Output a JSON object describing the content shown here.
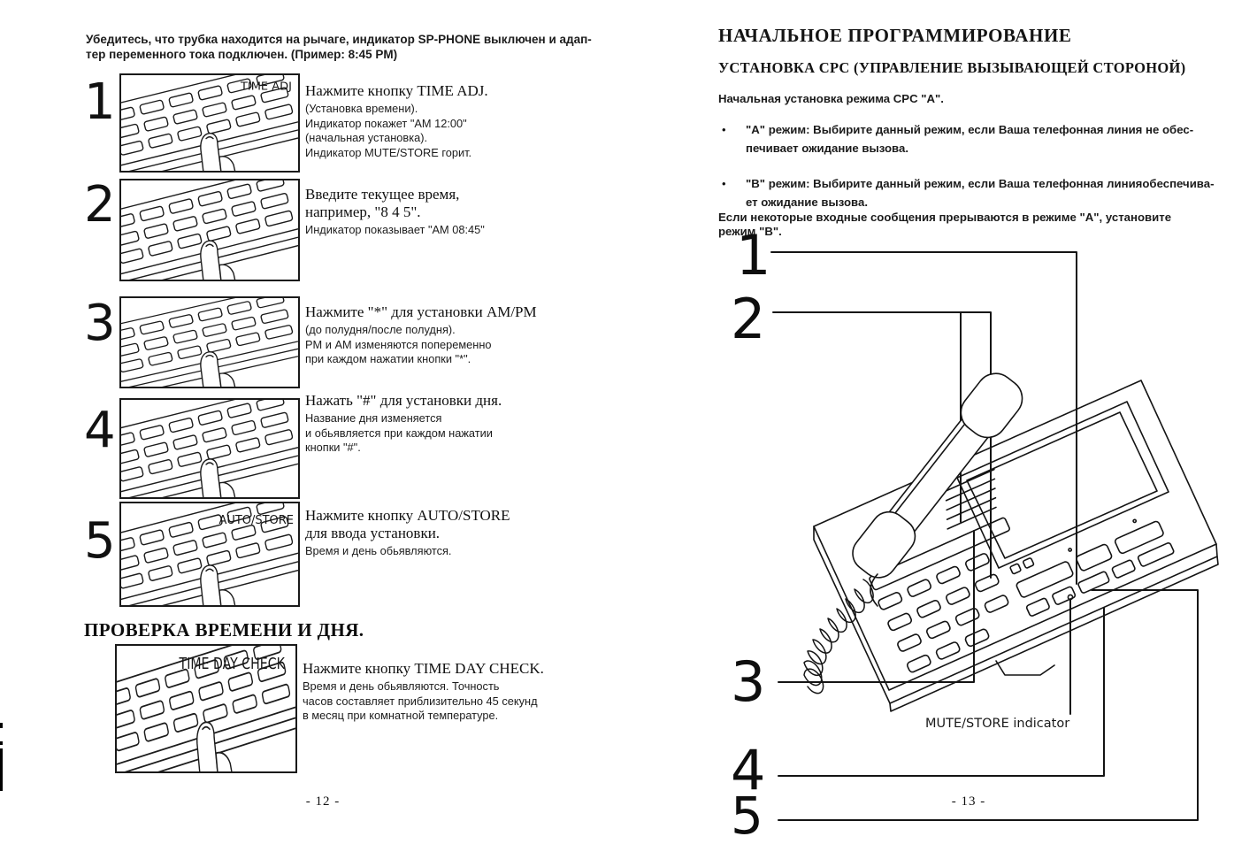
{
  "left_page": {
    "intro": "Убедитесь, что трубка находится на рычаге, индикатор SP-PHONE выключен и адап-\nтер переменного тока подключен. (Пример: 8:45 PM)",
    "steps": [
      {
        "num": "1",
        "label": "TIME ADJ",
        "title": "Нажмите кнопку TIME ADJ.",
        "details": "(Установка времени).\nИндикатор покажет \"AM 12:00\"\n(начальная установка).\nИндикатор MUTE/STORE горит."
      },
      {
        "num": "2",
        "label": "",
        "title": "Введите текущее время,\nнапример, \"8 4 5\".",
        "details": "Индикатор показывает \"AM 08:45\""
      },
      {
        "num": "3",
        "label": "",
        "title": "Нажмите \"*\" для установки AM/PM",
        "details": "(до полудня/после полудня).\nPM и AM изменяются попеременно\nпри каждом нажатии кнопки \"*\"."
      },
      {
        "num": "4",
        "label": "",
        "title": "Нажать \"#\" для установки дня.",
        "details": "Название дня изменяется\nи обьявляется при каждом нажатии\nкнопки \"#\"."
      },
      {
        "num": "5",
        "label": "AUTO/STORE",
        "title": "Нажмите кнопку AUTO/STORE\nдля ввода установки.",
        "details": "Время и день обьявляются."
      }
    ],
    "check_heading": "ПРОВЕРКА ВРЕМЕНИ И ДНЯ.",
    "check": {
      "label": "TIME DAY CHECK",
      "title": "Нажмите кнопку TIME DAY CHECK.",
      "details": "Время и день обьявляются. Точность\nчасов составляет приблизительно 45 секунд\nв месяц при комнатной температуре."
    },
    "page_number": "- 12 -"
  },
  "right_page": {
    "heading": "НАЧАЛЬНОЕ ПРОГРАММИРОВАНИЕ",
    "subheading": "УСТАНОВКА CPC (УПРАВЛЕНИЕ ВЫЗЫВАЮЩЕЙ СТОРОНОЙ)",
    "line1": "Начальная установка режима CPC \"A\".",
    "bullets": [
      {
        "mark": "•",
        "text": "\"А\" режим: Выбирите данный режим, если Ваша телефонная линия не обес-\nпечивает ожидание вызова."
      },
      {
        "mark": "•",
        "text": "\"В\" режим: Выбирите данный режим, если Ваша телефонная линияобеспечива-\nет ожидание вызова."
      }
    ],
    "note": "Если некоторые входные сообщения прерываются в режиме \"А\", установите\nрежим \"В\".",
    "callouts": [
      "1",
      "2",
      "3",
      "4",
      "5"
    ],
    "indicator_label": "MUTE/STORE indicator",
    "page_number": "- 13 -"
  }
}
